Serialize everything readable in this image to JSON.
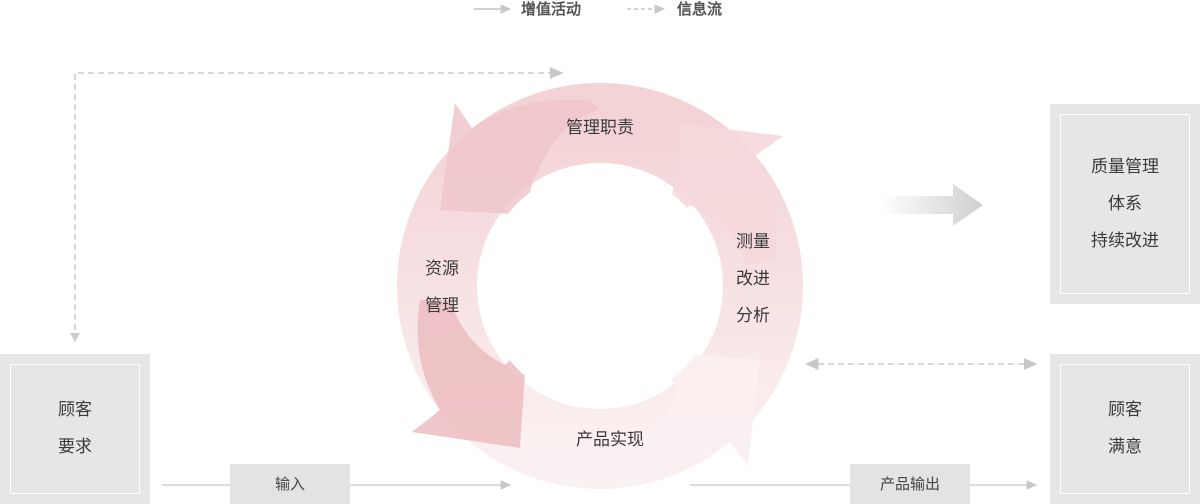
{
  "legend": {
    "value_activity": "增值活动",
    "info_flow": "信息流"
  },
  "cycle": {
    "management": "管理职责",
    "resource_line1": "资源",
    "resource_line2": "管理",
    "measure_line1": "测量",
    "measure_line2": "改进",
    "measure_line3": "分析",
    "product": "产品实现"
  },
  "boxes": {
    "customer_req": [
      "顾客",
      "要求"
    ],
    "qms": [
      "质量管理",
      "体系",
      "持续改进"
    ],
    "customer_sat": [
      "顾客",
      "满意"
    ]
  },
  "tags": {
    "input": "输入",
    "output": "产品输出"
  },
  "colors": {
    "ring": "#f2cfd1",
    "ring_light": "#fbeeef",
    "box": "#e6e6e6",
    "tag": "#e3e3e3",
    "flow_line": "#c8c8c8"
  }
}
